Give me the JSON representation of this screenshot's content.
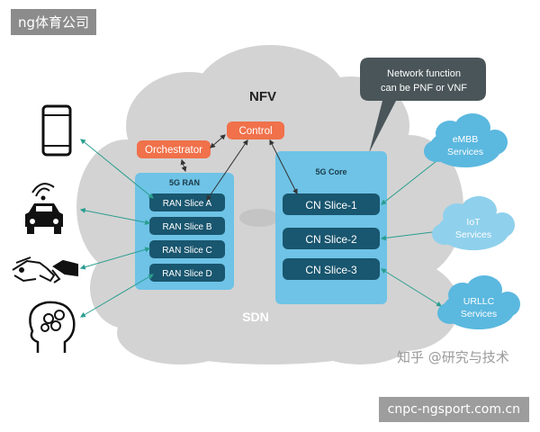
{
  "watermarks": {
    "top": "ng体育公司",
    "bottom": "cnpc-ngsport.com.cn",
    "zhihu": "知乎 @研究与技术"
  },
  "diagram": {
    "nfv_label": "NFV",
    "sdn_label": "SDN",
    "callout": {
      "line1": "Network function",
      "line2": "can be PNF or VNF"
    },
    "orchestrator": "Orchestrator",
    "control": "Control",
    "ran": {
      "title": "5G RAN",
      "slices": [
        "RAN Slice A",
        "RAN Slice B",
        "RAN Slice C",
        "RAN Slice D"
      ]
    },
    "core": {
      "title": "5G Core",
      "slices": [
        "CN Slice-1",
        "CN Slice-2",
        "CN Slice-3"
      ]
    },
    "services": {
      "embb": {
        "line1": "eMBB",
        "line2": "Services"
      },
      "iot": {
        "line1": "IoT",
        "line2": "Services"
      },
      "urllc": {
        "line1": "URLLC",
        "line2": "Services"
      }
    },
    "devices": [
      "smartphone-icon",
      "connected-car-icon",
      "robot-handshake-icon",
      "brain-head-icon"
    ],
    "colors": {
      "cloud": "#d3d3d3",
      "slice_panel": "#6ec3e6",
      "slice_box": "#19566f",
      "orange": "#f0714a",
      "service_cloud": "#5bb8df",
      "callout": "#4a5559",
      "arrow": "#2a9d8f"
    }
  }
}
